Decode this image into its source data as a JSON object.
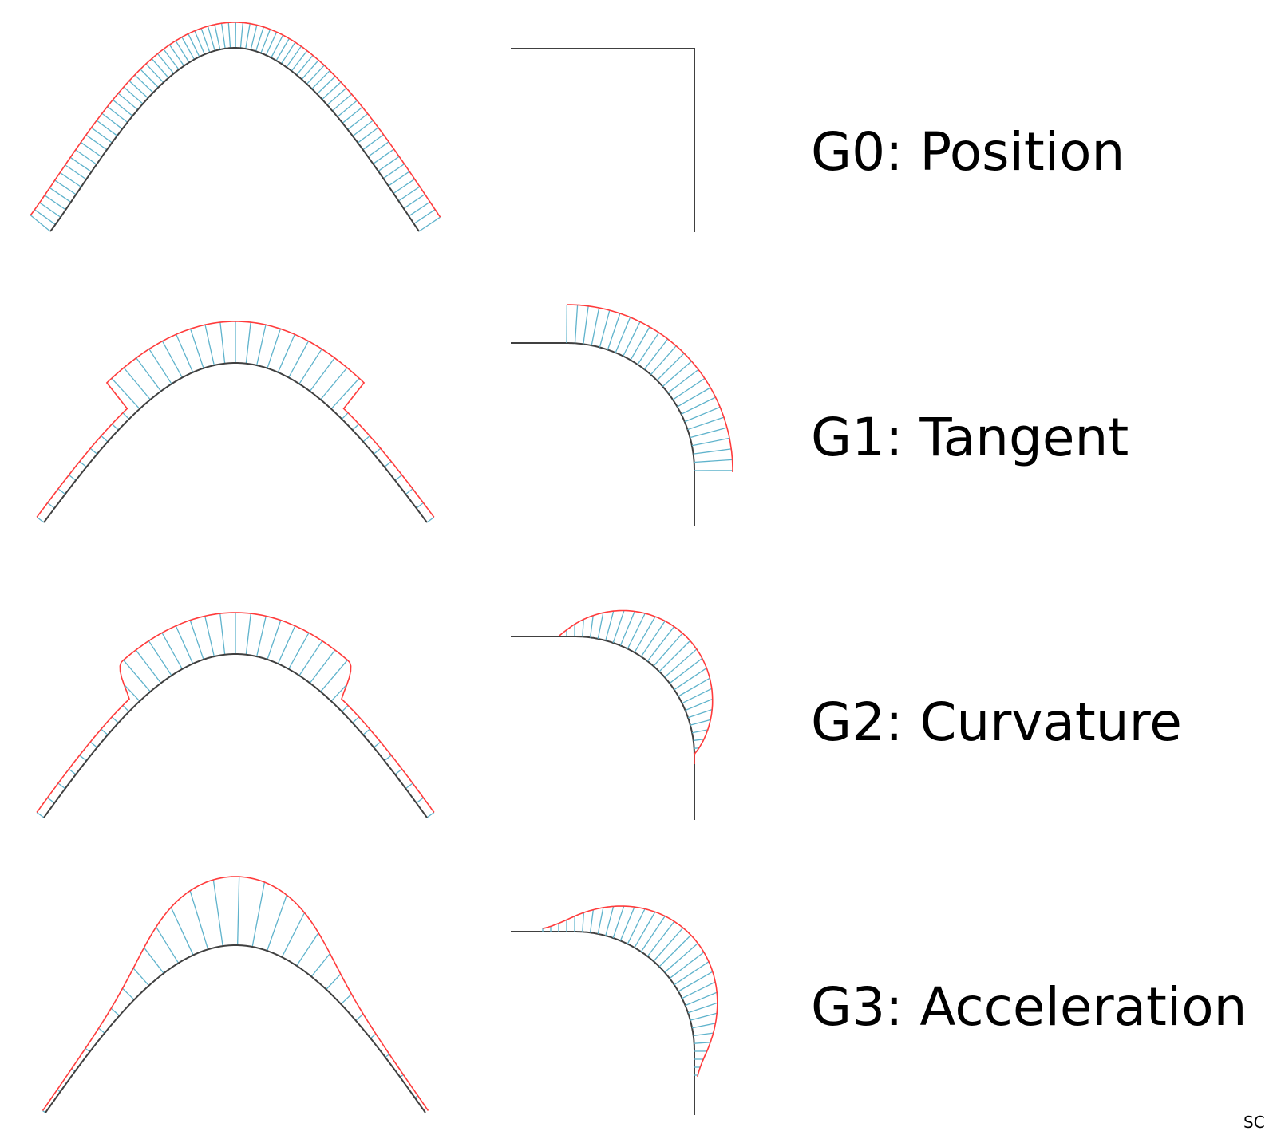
{
  "rows": [
    {
      "label": "G0: Position",
      "kind": "G0"
    },
    {
      "label": "G1: Tangent",
      "kind": "G1"
    },
    {
      "label": "G2: Curvature",
      "kind": "G2"
    },
    {
      "label": "G3: Acceleration",
      "kind": "G3"
    }
  ],
  "credit": "SC",
  "colors": {
    "curve": "#404040",
    "comb_outline": "#ff3b3b",
    "comb_teeth": "#5fb3cc"
  }
}
